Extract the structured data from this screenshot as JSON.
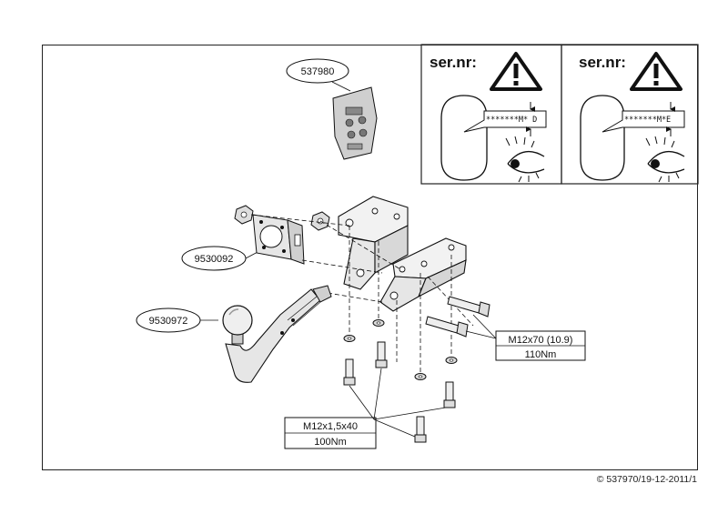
{
  "parts": {
    "electrical_kit": "537980",
    "socket_bracket": "9530092",
    "tow_ball": "9530972"
  },
  "bolts": {
    "large_spec": "M12x70 (10.9)",
    "large_torque": "110Nm",
    "small_spec": "M12x1,5x40",
    "small_torque": "100Nm"
  },
  "serial_panels": [
    {
      "label": "ser.nr:",
      "code": "*******M* D"
    },
    {
      "label": "ser.nr:",
      "code": "*******M*E"
    }
  ],
  "footer": "© 537970/19-12-2011/1",
  "icons": [
    "warning-triangle-icon",
    "eye-icon"
  ]
}
